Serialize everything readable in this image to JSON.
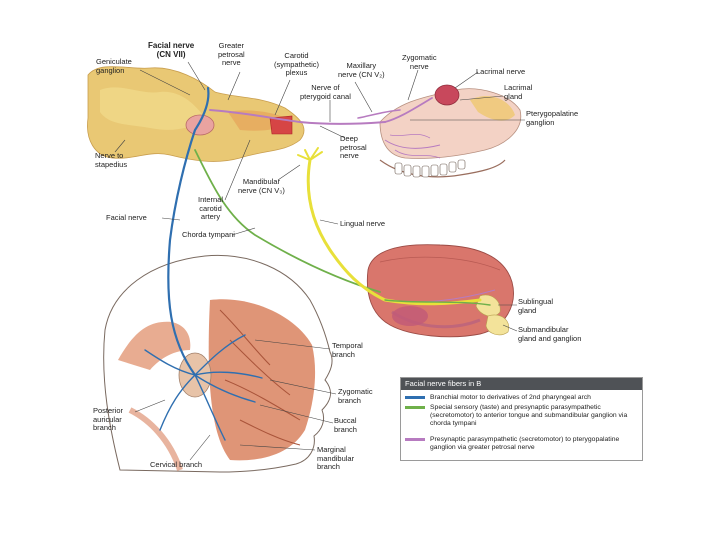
{
  "labels": {
    "geniculate_ganglion": "Geniculate\nganglion",
    "facial_nerve_cn7": "Facial nerve\n(CN VII)",
    "greater_petrosal": "Greater\npetrosal\nnerve",
    "carotid_plexus": "Carotid\n(sympathetic)\nplexus",
    "maxillary_nerve": "Maxillary\nnerve (CN V₂)",
    "zygomatic_nerve": "Zygomatic\nnerve",
    "lacrimal_nerve": "Lacrimal nerve",
    "lacrimal_gland": "Lacrimal\ngland",
    "pterygopalatine_ganglion": "Pterygopalatine\nganglion",
    "nerve_pterygoid_canal": "Nerve of\npterygoid canal",
    "deep_petrosal": "Deep\npetrosal\nnerve",
    "nerve_to_stapedius": "Nerve to\nstapedius",
    "mandibular_nerve": "Mandibular\nnerve (CN V₃)",
    "internal_carotid": "Internal\ncarotid\nartery",
    "facial_nerve": "Facial nerve",
    "chorda_tympani": "Chorda tympani",
    "lingual_nerve": "Lingual nerve",
    "sublingual_gland": "Sublingual\ngland",
    "submandibular_gland": "Submandibular\ngland and ganglion",
    "temporal_branch": "Temporal\nbranch",
    "zygomatic_branch": "Zygomatic\nbranch",
    "buccal_branch": "Buccal\nbranch",
    "posterior_auricular": "Posterior\nauricular\nbranch",
    "cervical_branch": "Cervical branch",
    "marginal_mandibular": "Marginal\nmandibular\nbranch"
  },
  "legend": {
    "title": "Facial nerve fibers in B",
    "items": [
      {
        "color": "#2f6fb0",
        "text": "Branchial motor to derivatives of 2nd pharyngeal arch"
      },
      {
        "color": "#6fb04a",
        "text": "Special sensory (taste) and presynaptic parasympathetic (secretomotor) to anterior tongue and submandibular ganglion via chorda tympani"
      },
      {
        "color": "#b77bc0",
        "text": "Presynaptic parasympathetic (secretomotor) to pterygopalatine ganglion via greater petrosal nerve"
      }
    ]
  },
  "colors": {
    "motor": "#2f6fb0",
    "taste": "#6fb04a",
    "parasympathetic": "#b77bc0",
    "lingual": "#e8e03a",
    "muscle": "#d9825f",
    "bone": "#e9c874",
    "tongue": "#d9766c"
  }
}
